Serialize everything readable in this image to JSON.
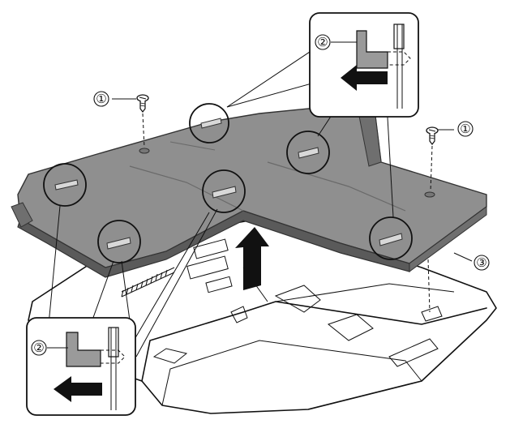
{
  "callouts": {
    "screw_top_left": "①",
    "screw_right": "①",
    "cover": "③",
    "detail_top": "②",
    "detail_bottom": "②"
  },
  "colors": {
    "cover_fill": "#8f8f8f",
    "cover_dark": "#6f6f6f",
    "cover_edge": "#5a5a5a",
    "detail_bracket": "#9a9a9a",
    "line": "#111111",
    "background": "#ffffff"
  },
  "icons": [
    "screw-icon",
    "up-arrow-icon",
    "left-arrow-icon",
    "callout-circle-icon"
  ]
}
